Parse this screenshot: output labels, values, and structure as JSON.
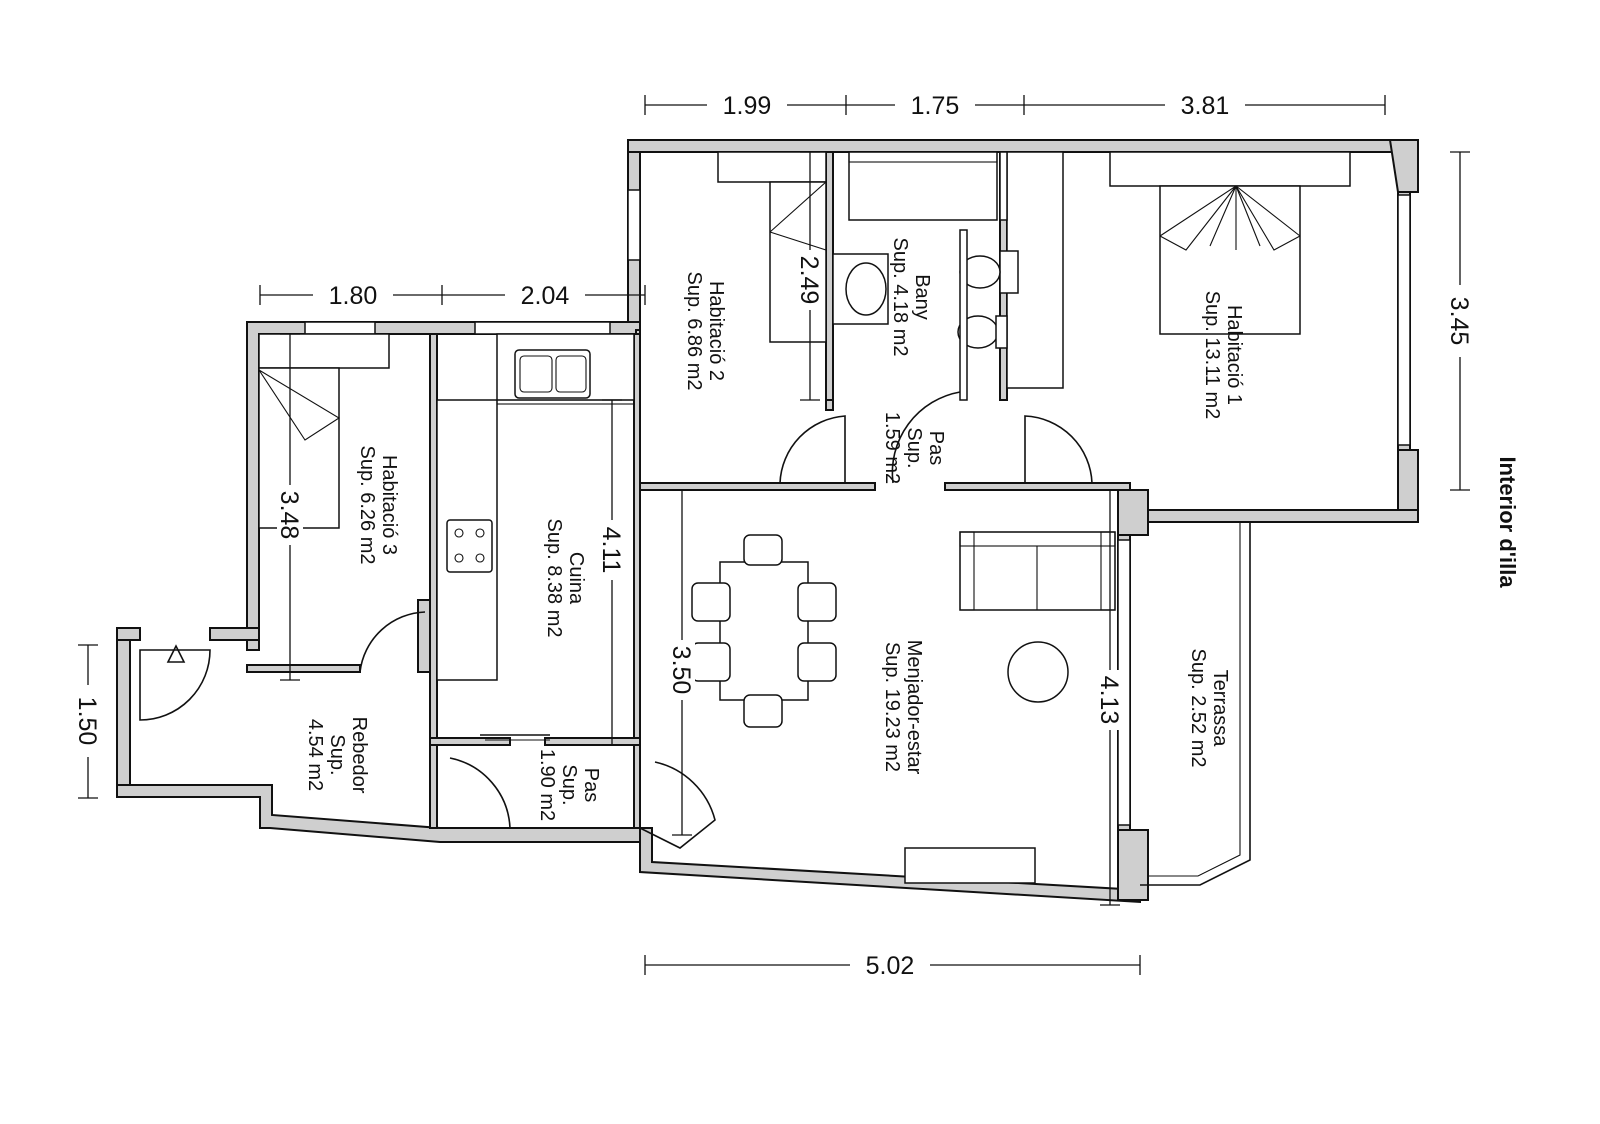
{
  "orientation_label": "Interior d'illa",
  "dimensions": {
    "top_1": "1.99",
    "top_2": "1.75",
    "top_3": "3.81",
    "mid_1": "1.80",
    "mid_2": "2.04",
    "right": "3.45",
    "left": "1.50",
    "bottom": "5.02",
    "hab2_depth": "2.49",
    "hab3_depth": "3.48",
    "cuina_depth": "4.11",
    "menjador_depth_left": "3.50",
    "menjador_depth_right": "4.13"
  },
  "rooms": {
    "hab1": {
      "name": "Habitació 1",
      "area": "Sup. 13.11 m2"
    },
    "hab2": {
      "name": "Habitació 2",
      "area": "Sup. 6.86 m2"
    },
    "hab3": {
      "name": "Habitació 3",
      "area": "Sup. 6.26 m2"
    },
    "bany": {
      "name": "Bany",
      "area": "Sup. 4.18 m2"
    },
    "pas_top": {
      "name": "Pas",
      "sup": "Sup.",
      "area": "1.59 m2"
    },
    "cuina": {
      "name": "Cuina",
      "area": "Sup. 8.38 m2"
    },
    "menjador": {
      "name": "Menjador-estar",
      "area": "Sup. 19.23 m2"
    },
    "terrassa": {
      "name": "Terrassa",
      "area": "Sup. 2.52 m2"
    },
    "rebedor": {
      "name": "Rebedor",
      "sup": "Sup.",
      "area": "4.54 m2"
    },
    "pas_bottom": {
      "name": "Pas",
      "sup": "Sup.",
      "area": "1.90 m2"
    }
  }
}
